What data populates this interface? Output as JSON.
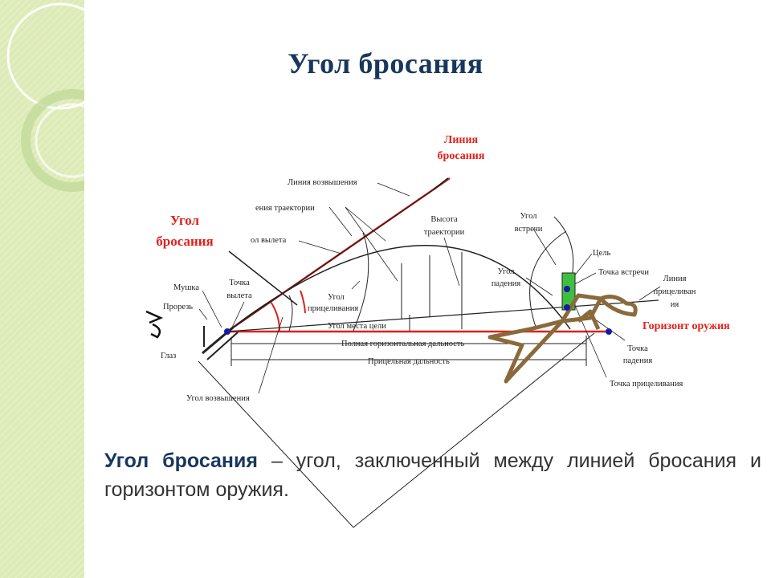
{
  "title": "Угол  бросания",
  "labels": {
    "line_of_throw": [
      "Линия",
      "бросания"
    ],
    "angle_of_throw": [
      "Угол",
      "бросания"
    ],
    "line_of_elevation": "Линия возвышения",
    "trajectory_partial": "ения траектории",
    "departure_angle_partial": "ол вылета",
    "trajectory_height": [
      "Высота",
      "траектории"
    ],
    "meeting_angle": [
      "Угол",
      "встречи"
    ],
    "target": "Цель",
    "meeting_point": "Точка встречи",
    "line_of_sight": [
      "Линия",
      "прицеливан",
      "ия"
    ],
    "weapon_horizon": "Горизонт оружия",
    "front_sight": "Мушка",
    "departure_point": [
      "Точка",
      "вылета"
    ],
    "rear_sight": "Прорезь",
    "eye": "Глаз",
    "aiming_angle": [
      "Угол",
      "прицеливания"
    ],
    "target_site_angle": "Угол места цели",
    "full_horizontal_range": "Полная горизонтальная дальность",
    "aiming_range": "Прицельная дальность",
    "fall_angle": [
      "Угол",
      "падения"
    ],
    "fall_point": [
      "Точка",
      "падения"
    ],
    "aiming_point": "Точка прицеливания",
    "elevation_angle": "Угол возвышения"
  },
  "definition": {
    "term": "Угол бросания",
    "text": " – угол, заключенный между линией бросания и горизонтом оружия."
  },
  "colors": {
    "title": "#17375e",
    "red_lines": "#e0201b",
    "target_fill": "#3fbf3f",
    "brown_shapes": "#8a6a3a",
    "point_dots": "#1a1aa0",
    "sidebar": "#dcebb7"
  }
}
